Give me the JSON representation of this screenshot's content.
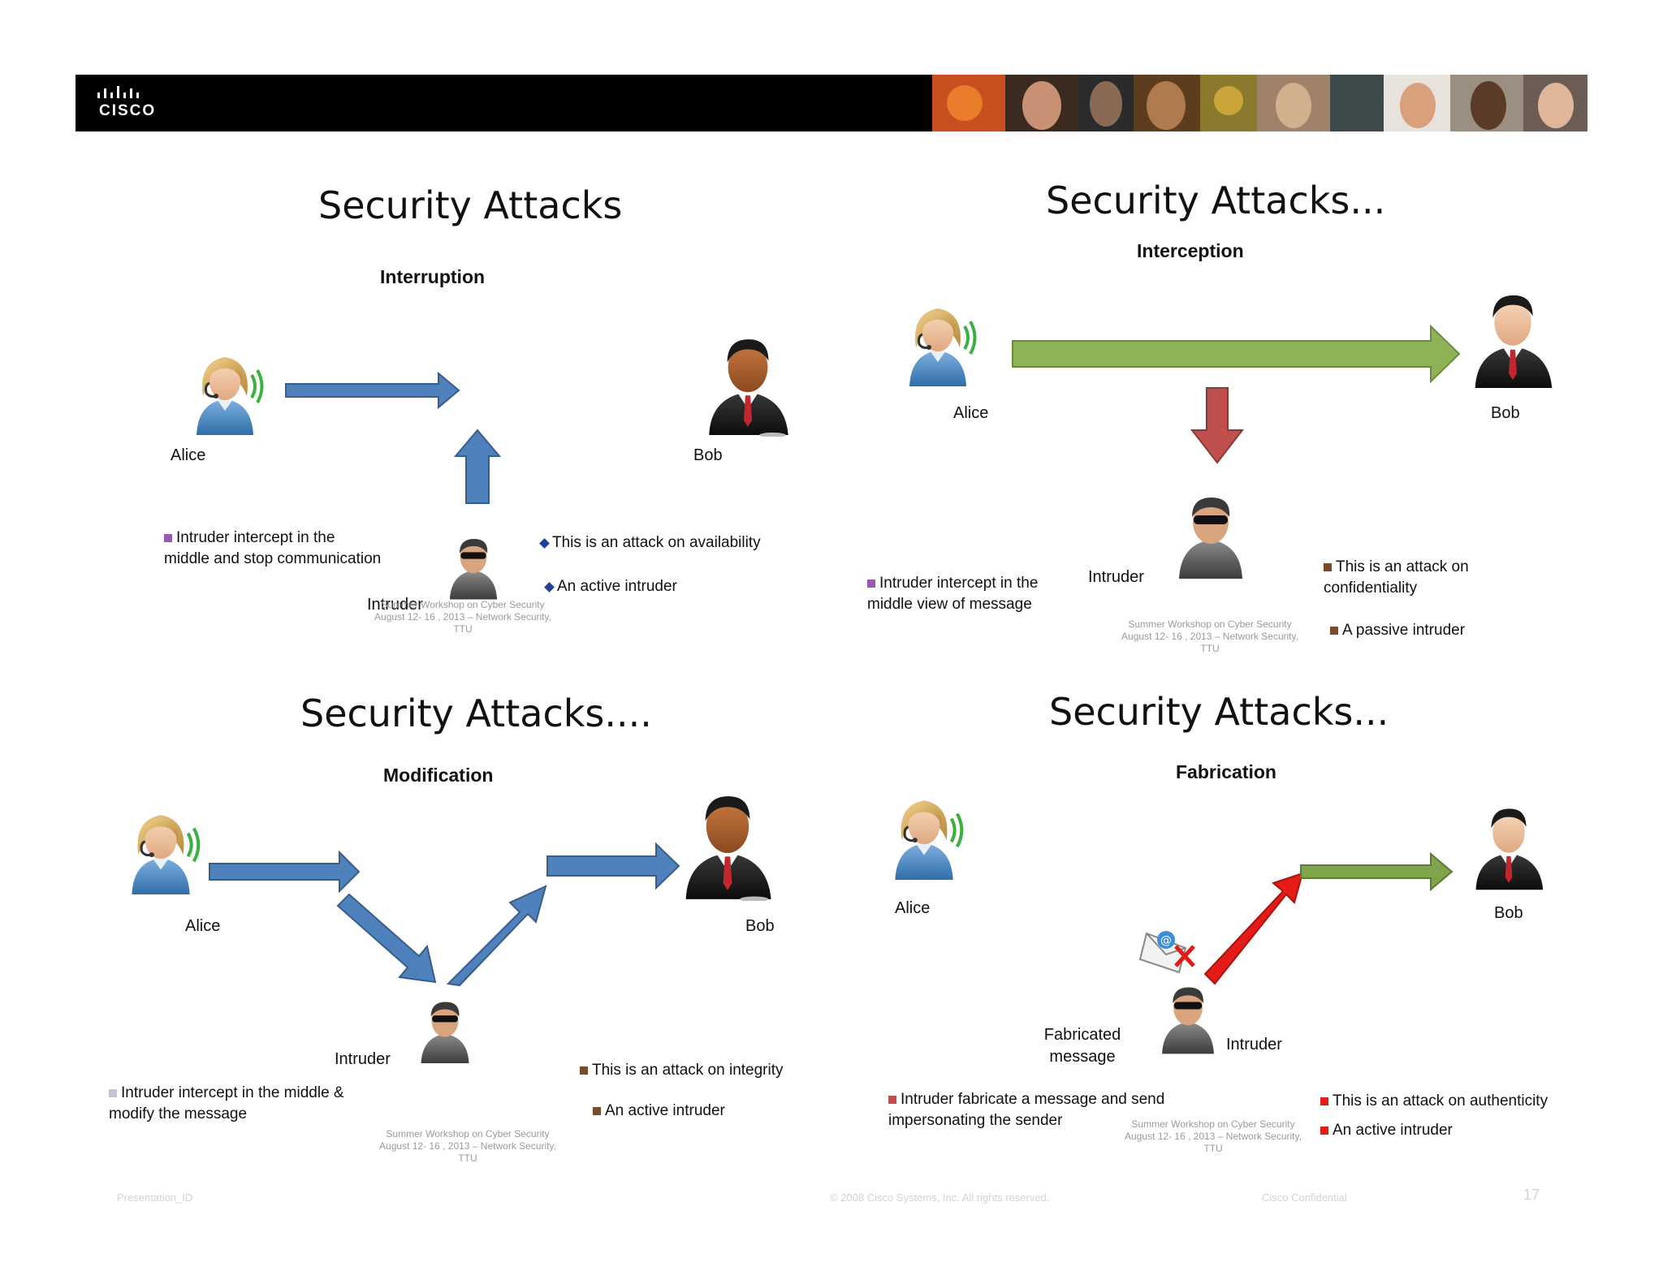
{
  "header": {
    "logo_text": "CISCO"
  },
  "panels": [
    {
      "title": "Security Attacks",
      "subtitle": "Interruption",
      "alice": "Alice",
      "bob": "Bob",
      "intruder": "Intruder",
      "description": "Intruder intercept in the middle and stop communication",
      "attack_type": "This is an attack on availability",
      "intruder_kind": "An active intruder"
    },
    {
      "title": "Security Attacks...",
      "subtitle": "Interception",
      "alice": "Alice",
      "bob": "Bob",
      "intruder": "Intruder",
      "description": "Intruder intercept in the middle view of message",
      "attack_type": "This is an attack on confidentiality",
      "intruder_kind": "A passive intruder"
    },
    {
      "title": "Security Attacks....",
      "subtitle": "Modification",
      "alice": "Alice",
      "bob": "Bob",
      "intruder": "Intruder",
      "description": "Intruder intercept in the middle & modify the message",
      "attack_type": "This is an attack on integrity",
      "intruder_kind": "An active intruder"
    },
    {
      "title": "Security Attacks...",
      "subtitle": "Fabrication",
      "alice": "Alice",
      "bob": "Bob",
      "intruder": "Intruder",
      "fabricated_label": "Fabricated message",
      "description": "Intruder fabricate a message and send impersonating the sender",
      "attack_type": "This is an attack on authenticity",
      "intruder_kind": "An active intruder"
    }
  ],
  "watermark": {
    "line1": "Summer Workshop on Cyber Security",
    "line2": "August 12- 16 , 2013 – Network Security,",
    "line3": "TTU"
  },
  "footer": {
    "presentation_id": "Presentation_ID",
    "copyright": "© 2008 Cisco Systems, Inc. All rights reserved.",
    "confidential": "Cisco Confidential",
    "page_number": "17"
  },
  "colors": {
    "blue_arrow": "#4f81bd",
    "green_arrow": "#8db356",
    "red_arrow": "#c0504d",
    "bright_red_arrow": "#e41b17"
  }
}
